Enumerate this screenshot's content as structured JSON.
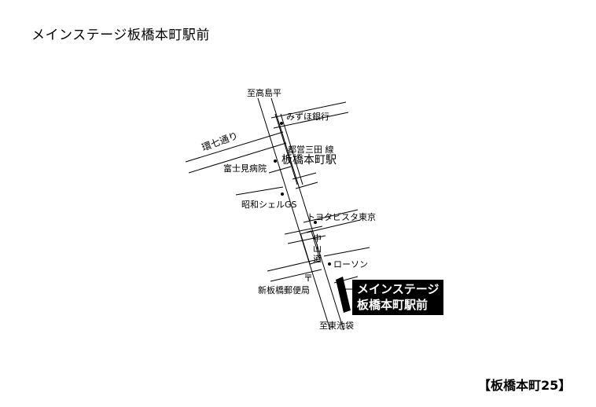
{
  "title": "メインステージ板橋本町駅前",
  "footer": "【板橋本町25】",
  "map": {
    "labels": {
      "to_takashimadaira": "至高島平",
      "mizuho_bank": "みずほ銀行",
      "toei_mita_line": "都営三田 線",
      "station": "板橋本町駅",
      "kanana_dori": "環七通り",
      "fujimi_hospital": "富士見病院",
      "showa_shell": "昭和シェルGS",
      "toyota_vista": "トヨタビスタ東京",
      "lawson": "ローソン",
      "nakasendo": "中山道",
      "new_itabashi_post": "新板橋郵便局",
      "to_higashi_ikebukuro": "至東池袋",
      "post_symbol": "〒"
    },
    "callout": {
      "line1": "メインステージ",
      "line2": "板橋本町駅前"
    }
  },
  "colors": {
    "ink": "#000000",
    "paper": "#ffffff"
  }
}
